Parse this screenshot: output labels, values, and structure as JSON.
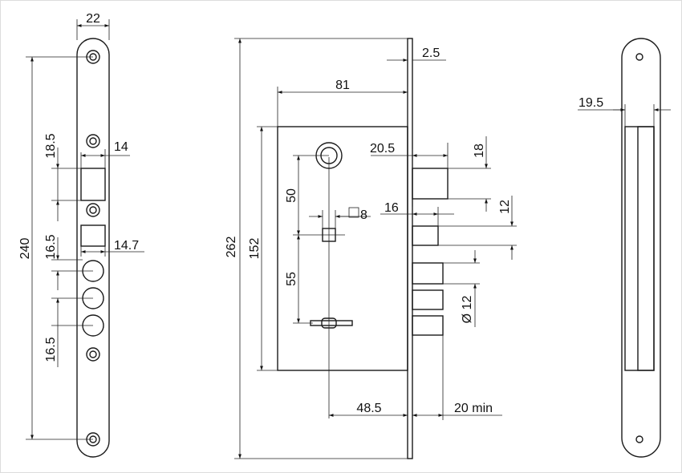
{
  "left_view": {
    "dimensions": {
      "width": "22",
      "height": "240",
      "latch_opening": "18.5",
      "latch_offset": "14",
      "deadbolt_opening": "16.5",
      "deadbolt_offset": "14.7",
      "round_hole_pitch": "16.5"
    }
  },
  "front_view": {
    "dimensions": {
      "total_height": "262",
      "case_height": "152",
      "case_width": "81",
      "faceplate_thickness": "2.5",
      "spindle_to_key": "50",
      "spindle_to_cylinder": "55",
      "spindle_square": "8",
      "latch_projection": "20.5",
      "latch_height": "18",
      "deadbolt_projection": "16",
      "deadbolt_height": "12",
      "bolt_diameter": "Ø 12",
      "backset": "48.5",
      "min_door_clearance": "20 min"
    }
  },
  "right_view": {
    "dimensions": {
      "strike_depth": "19.5"
    }
  }
}
